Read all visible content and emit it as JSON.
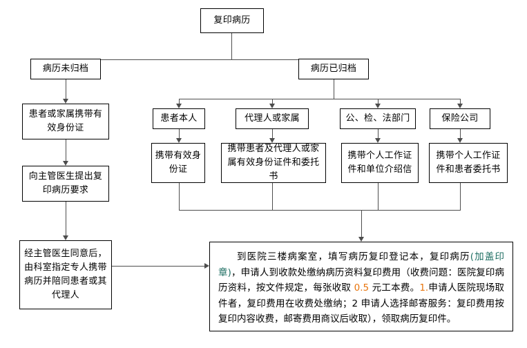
{
  "diagram": {
    "title_node": "复印病历",
    "branch_unfiled": "病历未归档",
    "branch_filed": "病历已归档",
    "unfiled_steps": [
      "患者或家属携带有效身份证",
      "向主管医生提出复印病历要求",
      "经主管医生同意后，由科室指定专人携带病历并陪同患者或其代理人"
    ],
    "filed_requesters": [
      "患者本人",
      "代理人或家属",
      "公、检、法部门",
      "保险公司"
    ],
    "filed_documents": [
      "携带有效身份证",
      "携带患者及代理人或家属有效身份证件和委托书",
      "携带个人工作证件和单位介绍信",
      "携带个人工作证件和患者委托书"
    ],
    "final_step": {
      "seg1": "到医院三楼病案室，填写病历复印登记本，复印病历",
      "seg2_teal": "(加盖印章)",
      "seg3": "，申请人到收款处缴纳病历资料复印费用（收费问题：医院复印病历资料，按文件规定，每张收取 ",
      "seg4_orange": "0.5",
      "seg5": " 元工本费。",
      "seg6_orange": "1.",
      "seg7": "申请人医院现场取件者，复印费用在收费处缴纳；2 申请人选择邮寄服务：复印费用按复印内容收费，邮寄费用商议后收取），领取病历复印件。"
    }
  },
  "colors": {
    "line": "#4d4d4d",
    "border": "#000000",
    "background": "#ffffff",
    "accent_orange": "#e8740c",
    "accent_teal": "#1f6f63"
  }
}
